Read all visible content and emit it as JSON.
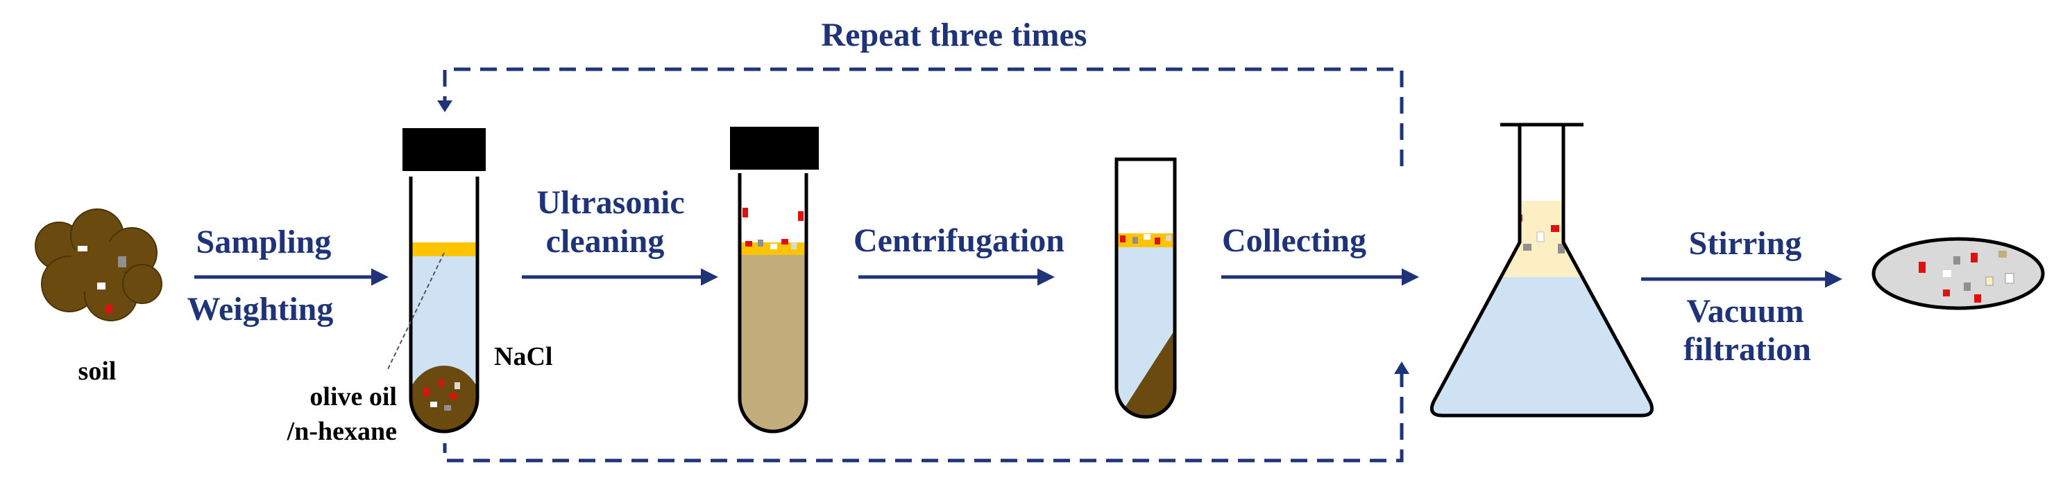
{
  "title": "Repeat three times",
  "soil": {
    "label": "soil"
  },
  "steps": {
    "sampling": "Sampling",
    "weighting": "Weighting",
    "ultrasonic_1": "Ultrasonic",
    "ultrasonic_2": "cleaning",
    "centrifugation": "Centrifugation",
    "collecting": "Collecting",
    "stirring": "Stirring",
    "vacuum_1": "Vacuum",
    "vacuum_2": "filtration"
  },
  "tube_labels": {
    "nacl": "NaCl",
    "oil_1": "olive oil",
    "oil_2": "/n-hexane"
  },
  "colors": {
    "arrow": "#1f3478",
    "oil_layer": "#ffc400",
    "liquid": "#cfe2f3",
    "soil": "#6b4a0f",
    "sediment": "#c4ad7c",
    "flask_oil": "#fcefc4",
    "filter": "#d9d9d9"
  }
}
